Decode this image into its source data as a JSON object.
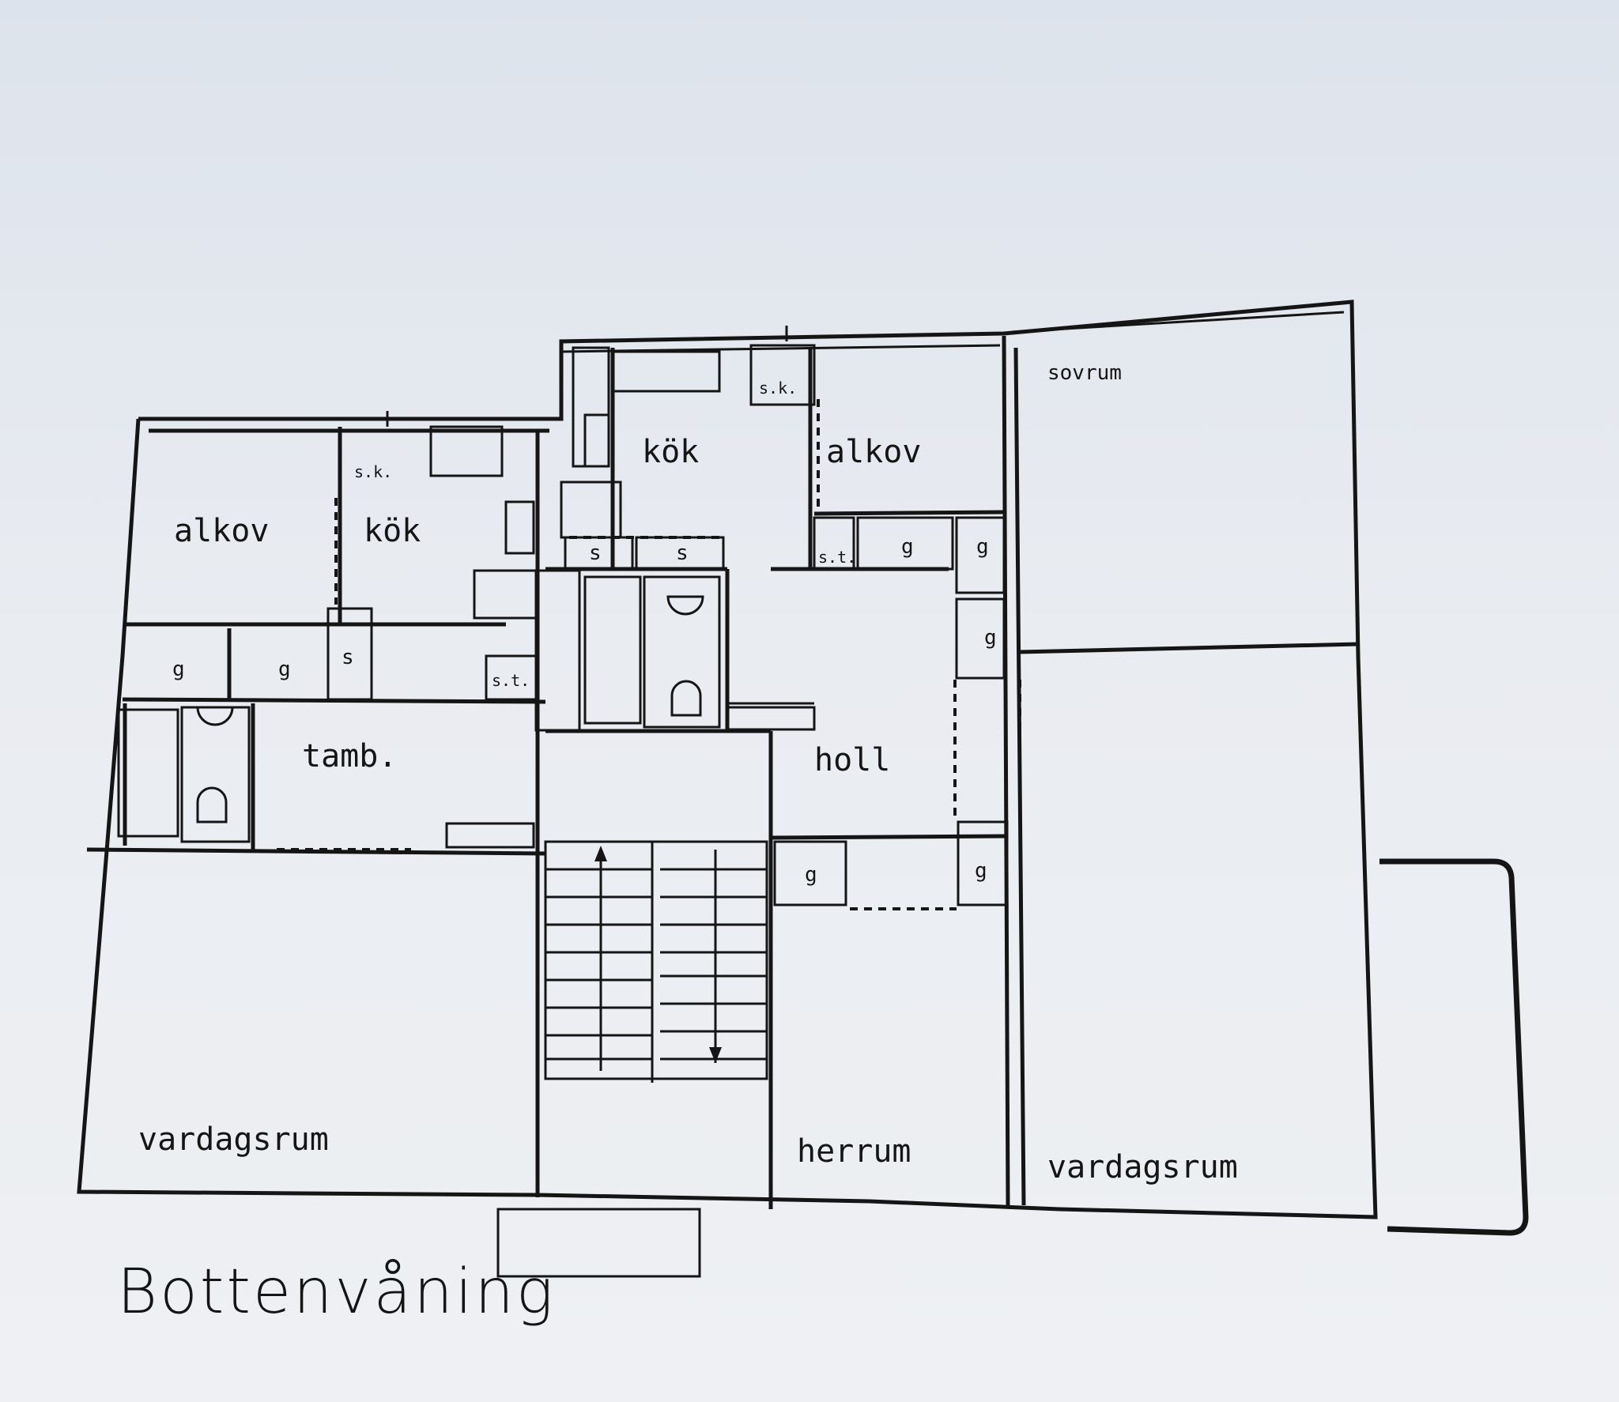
{
  "plan": {
    "title": "Bottenvåning",
    "rooms": {
      "alkov_left": "alkov",
      "kok_left": "kök",
      "sk_left": "s.k.",
      "kok_mid": "kök",
      "sk_mid": "s.k.",
      "alkov_right": "alkov",
      "sovrum": "sovrum",
      "tamb": "tamb.",
      "holl": "holl",
      "vardagsrum_left": "vardagsrum",
      "herrum": "herrum",
      "vardagsrum_right": "vardagsrum",
      "st_left": "s.t.",
      "st_right": "s.t.",
      "s_left": "s",
      "s_mid1": "s",
      "s_mid2": "s",
      "g1": "g",
      "g2": "g",
      "g3": "g",
      "g4": "g",
      "g5": "g",
      "g6": "g",
      "g7": "g"
    }
  },
  "colors": {
    "ink": "#151515",
    "paper": "#e9ecf1"
  }
}
